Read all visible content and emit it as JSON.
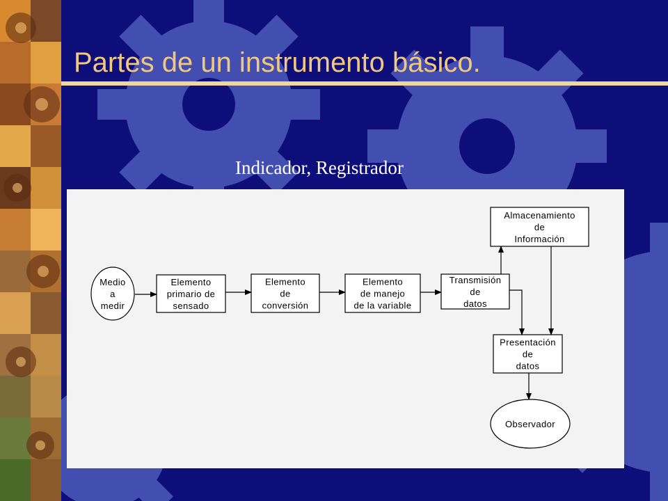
{
  "slide": {
    "title": "Partes de un instrumento básico.",
    "subtitle": "Indicador,  Registrador"
  },
  "colors": {
    "background": "#0e0e7a",
    "title": "#f2c77f",
    "title_rule": "#efd7a0",
    "gear_decoration": "#4a56b8",
    "diagram_panel": "#f3f3f3"
  },
  "diagram": {
    "nodes": {
      "medio": {
        "shape": "ellipse",
        "lines": [
          "Medio",
          "a",
          "medir"
        ]
      },
      "sensado": {
        "shape": "box",
        "lines": [
          "Elemento",
          "primario de",
          "sensado"
        ]
      },
      "conversion": {
        "shape": "box",
        "lines": [
          "Elemento",
          "de",
          "conversión"
        ]
      },
      "manejo": {
        "shape": "box",
        "lines": [
          "Elemento",
          "de manejo",
          "de la variable"
        ]
      },
      "transmision": {
        "shape": "box",
        "lines": [
          "Transmisión",
          "de",
          "datos"
        ]
      },
      "almacenamiento": {
        "shape": "box",
        "lines": [
          "Almacenamiento",
          "de",
          "Información"
        ]
      },
      "presentacion": {
        "shape": "box",
        "lines": [
          "Presentación",
          "de",
          "datos"
        ]
      },
      "observador": {
        "shape": "ellipse",
        "lines": [
          "Observador"
        ]
      }
    },
    "edges": [
      {
        "from": "medio",
        "to": "sensado"
      },
      {
        "from": "sensado",
        "to": "conversion"
      },
      {
        "from": "conversion",
        "to": "manejo"
      },
      {
        "from": "manejo",
        "to": "transmision"
      },
      {
        "from": "transmision",
        "to": "almacenamiento"
      },
      {
        "from": "transmision",
        "to": "presentacion"
      },
      {
        "from": "almacenamiento",
        "to": "presentacion"
      },
      {
        "from": "presentacion",
        "to": "observador"
      }
    ]
  }
}
